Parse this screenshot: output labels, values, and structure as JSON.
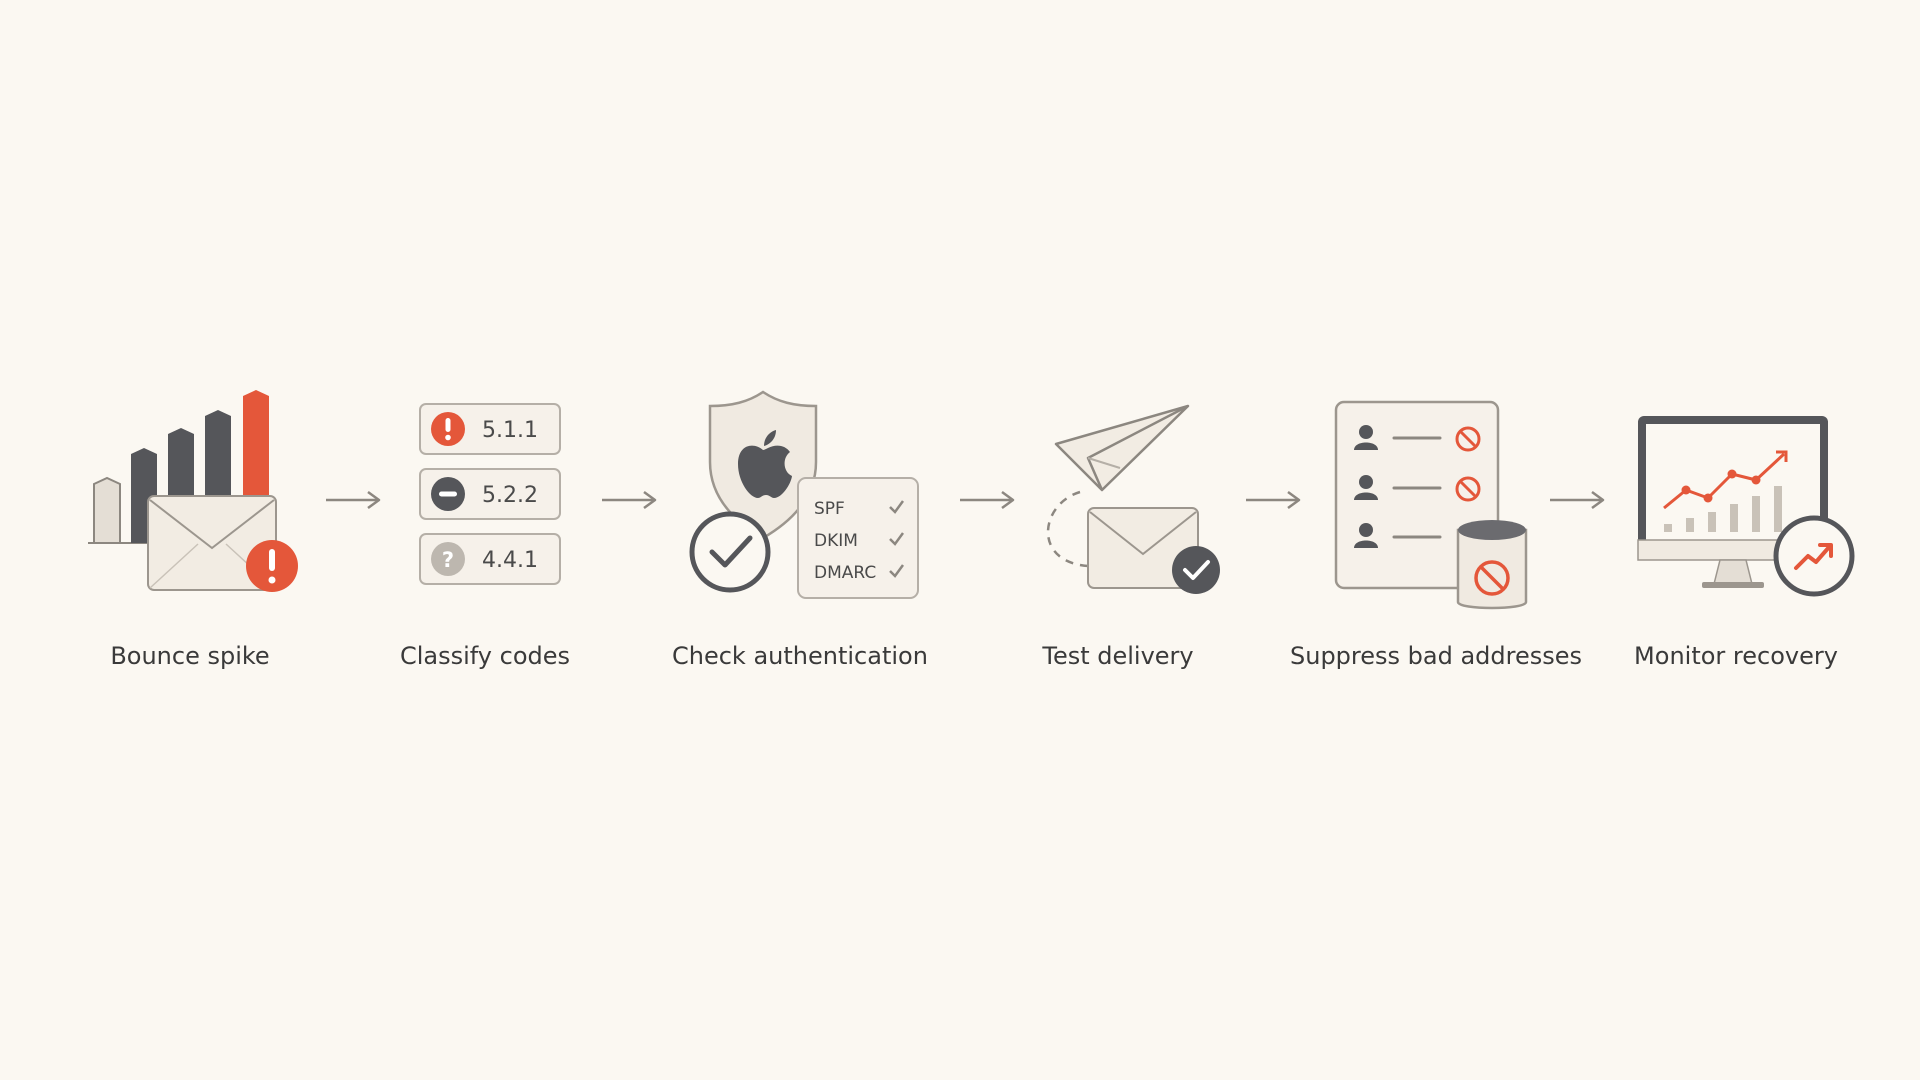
{
  "colors": {
    "background": "#fbf8f2",
    "accent": "#e4573a",
    "dark": "#55565a",
    "light": "#d9d4cc",
    "paper": "#f2ece3",
    "stroke": "#a8a39c"
  },
  "steps": [
    {
      "label": "Bounce spike",
      "icons": [
        "bar-chart-icon",
        "envelope-icon",
        "alert-badge-icon"
      ]
    },
    {
      "label": "Classify codes",
      "codes": [
        {
          "code": "5.1.1",
          "icon": "exclamation-icon",
          "color": "#e4573a"
        },
        {
          "code": "5.2.2",
          "icon": "minus-icon",
          "color": "#55565a"
        },
        {
          "code": "4.4.1",
          "icon": "question-icon",
          "color": "#b9b3ab"
        }
      ]
    },
    {
      "label": "Check authentication",
      "auth_items": [
        "SPF",
        "DKIM",
        "DMARC"
      ],
      "icons": [
        "apple-shield-icon",
        "check-circle-icon"
      ]
    },
    {
      "label": "Test delivery",
      "icons": [
        "paper-plane-icon",
        "envelope-icon",
        "check-badge-icon"
      ]
    },
    {
      "label": "Suppress bad addresses",
      "icons": [
        "user-list-icon",
        "blocked-icon",
        "bin-icon"
      ]
    },
    {
      "label": "Monitor recovery",
      "icons": [
        "monitor-chart-icon",
        "trend-up-badge-icon"
      ]
    }
  ]
}
